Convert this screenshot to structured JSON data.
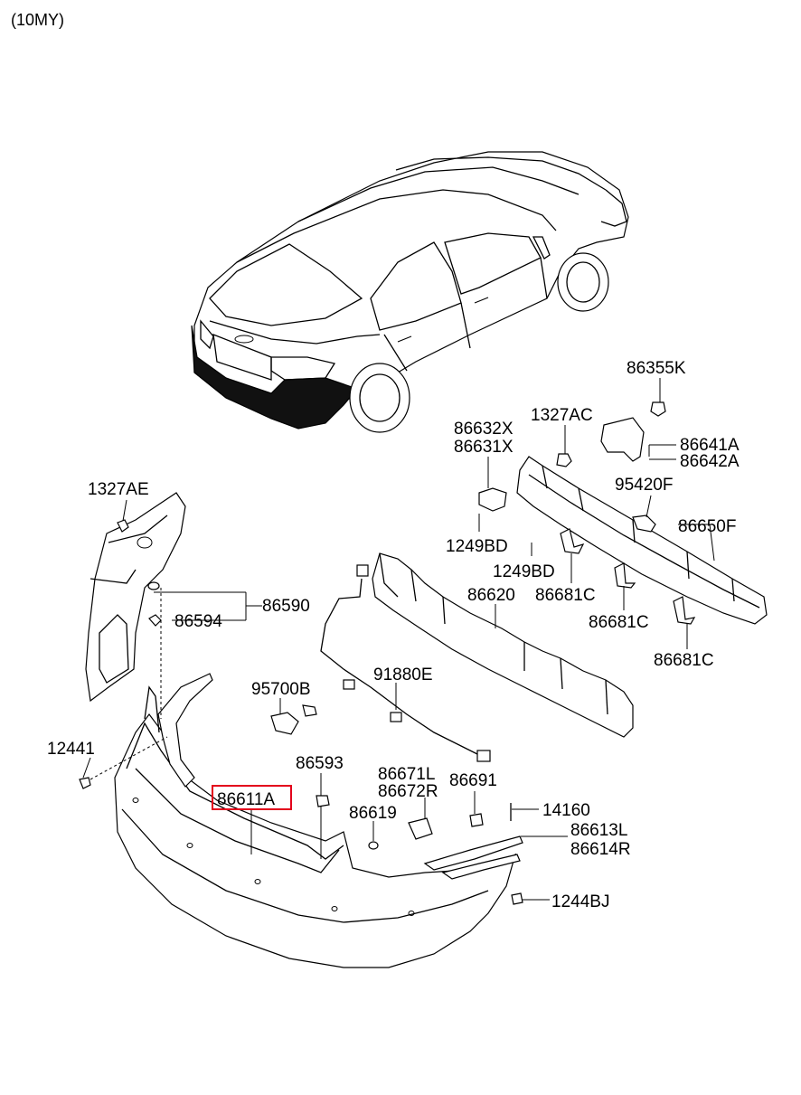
{
  "diagram": {
    "model_label": "(10MY)",
    "highlight_color": "#e3001b",
    "labels": {
      "p86355K": "86355K",
      "p1327AC": "1327AC",
      "p86632X": "86632X",
      "p86631X": "86631X",
      "p86641A": "86641A",
      "p86642A": "86642A",
      "p95420F": "95420F",
      "p1327AE": "1327AE",
      "p86650F": "86650F",
      "p1249BD_a": "1249BD",
      "p1249BD_b": "1249BD",
      "p86620": "86620",
      "p86681C_a": "86681C",
      "p86681C_b": "86681C",
      "p86681C_c": "86681C",
      "p86590": "86590",
      "p86594": "86594",
      "p95700B": "95700B",
      "p91880E": "91880E",
      "p12441": "12441",
      "p86593": "86593",
      "p86671L": "86671L",
      "p86672R": "86672R",
      "p86691": "86691",
      "p86611A": "86611A",
      "p14160": "14160",
      "p86619": "86619",
      "p86613L": "86613L",
      "p86614R": "86614R",
      "p1244BJ": "1244BJ"
    }
  }
}
